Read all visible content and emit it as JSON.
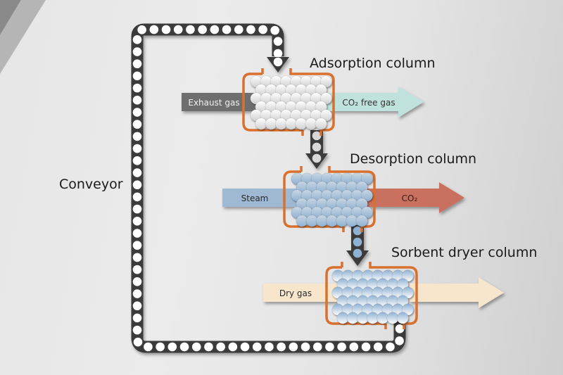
{
  "diagram": {
    "conveyor_label": "Conveyor",
    "columns": [
      {
        "title": "Adsorption column",
        "inlet": "Exhaust gas",
        "outlet": "CO₂ free gas",
        "inlet_color": "#6e6e6e",
        "inlet_text_color": "#f2f2f2",
        "outlet_color": "#bfe3dc",
        "outlet_text_color": "#333333",
        "particle_top_color": "#ffffff",
        "particle_bottom_color": "#cfcfcf"
      },
      {
        "title": "Desorption column",
        "inlet": "Steam",
        "outlet": "CO₂",
        "inlet_color": "#9fb9d3",
        "inlet_text_color": "#2a2a2a",
        "outlet_color": "#c9705f",
        "outlet_text_color": "#3a1a14",
        "particle_top_color": "#c9d6e3",
        "particle_bottom_color": "#8fb1d2"
      },
      {
        "title": "Sorbent dryer column",
        "inlet": "Dry gas",
        "outlet": "",
        "inlet_color": "#f8e6cc",
        "inlet_text_color": "#2a2a2a",
        "outlet_color": "#f8e6cc",
        "outlet_text_color": "#2a2a2a",
        "particle_top_color": "#8fb1d2",
        "particle_bottom_color": "#ffffff"
      }
    ],
    "colors": {
      "vessel_outline": "#d9702e",
      "conveyor_belt": "#3a3a3a",
      "conveyor_bead": "#ffffff",
      "label_text": "#1a1a1a"
    }
  }
}
